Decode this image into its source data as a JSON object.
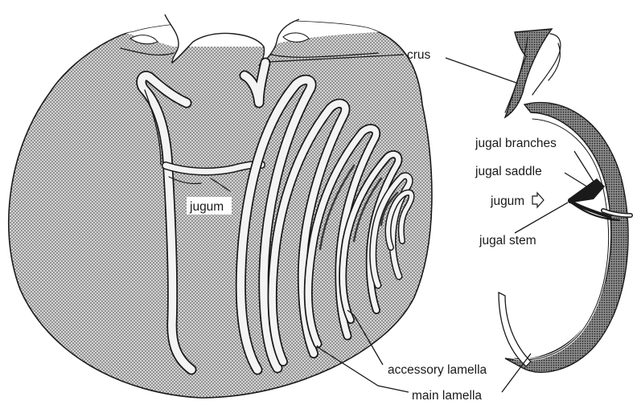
{
  "labels": {
    "crus": "crus",
    "jugum_left": "jugum",
    "jugal_branches": "jugal branches",
    "jugal_saddle": "jugal saddle",
    "jugum_right": "jugum",
    "jugal_stem": "jugal stem",
    "accessory_lamella": "accessory lamella",
    "main_lamella": "main lamella"
  },
  "colors": {
    "ink": "#1a1a1a",
    "stipple_fill": "#bdbdbd",
    "lamella_fill": "#f4f4f4",
    "background": "#ffffff"
  }
}
